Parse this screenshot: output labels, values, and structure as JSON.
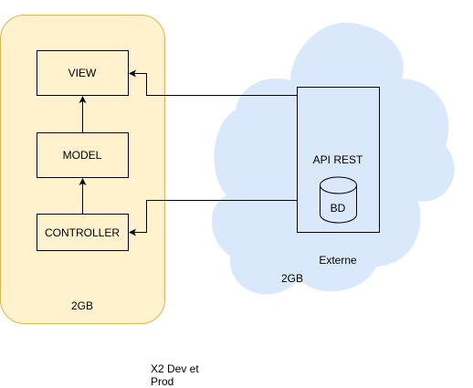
{
  "diagram": {
    "app_container": {
      "memory_label": "2GB",
      "components": {
        "view": "VIEW",
        "model": "MODEL",
        "controller": "CONTROLLER"
      }
    },
    "external_cloud": {
      "label": "Externe",
      "memory_label": "2GB",
      "api_label": "API REST",
      "database_label": "BD"
    },
    "footer_note": "X2 Dev et Prod"
  },
  "colors": {
    "container_fill": "#fff2cc",
    "container_stroke": "#d6b656",
    "cloud_fill": "#dae8fc",
    "stroke": "#000000"
  }
}
